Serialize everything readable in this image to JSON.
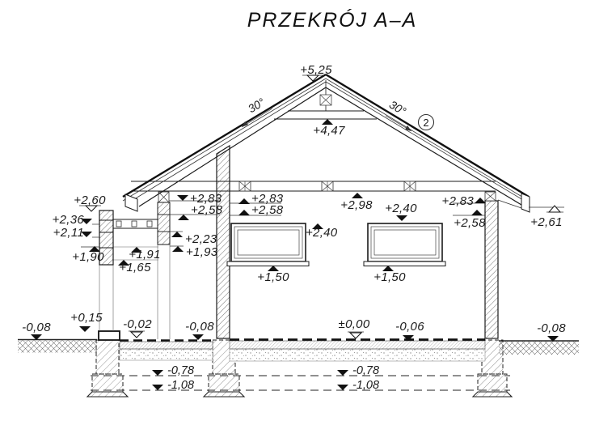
{
  "title": "PRZEKRÓJ A–A",
  "roof": {
    "left_angle": "30°",
    "right_angle": "30°",
    "detail_marker": "2"
  },
  "levels": {
    "ridge": "+5,25",
    "collar_beam": "+4,47",
    "porch_eaves": "+2,60",
    "porch_pillar_upper": "+2,36",
    "porch_pillar_mid": "+2,11",
    "porch_pillar_lower": "+1,90",
    "porch_beam_level": "+1,91",
    "porch_soffit": "+1,65",
    "attic_left_upper": "+2,83",
    "attic_left_lower": "+2,58",
    "porch_wall_upper": "+2,23",
    "porch_wall_lower": "+1,93",
    "room_left_upper": "+2,83",
    "room_left_lower": "+2,58",
    "ceiling_bottom": "+2,98",
    "window_head_left": "+2,40",
    "window_head_right": "+2,40",
    "attic_right_upper": "+2,83",
    "attic_right_lower": "+2,58",
    "eaves_right": "+2,61",
    "window_sill_left": "+1,50",
    "window_sill_right": "+1,50",
    "grade_left": "-0,08",
    "entry_step": "+0,15",
    "porch_floor": "-0,02",
    "porch_base": "-0,08",
    "floor_zero": "±0,00",
    "floor_layer": "-0,06",
    "grade_right": "-0,08",
    "footing_top_left": "-0,78",
    "footing_bottom_left": "-1,08",
    "footing_top_right": "-0,78",
    "footing_bottom_right": "-1,08"
  },
  "colors": {
    "line": "#1b1b1b",
    "hatch": "#555555",
    "background": "#ffffff"
  }
}
